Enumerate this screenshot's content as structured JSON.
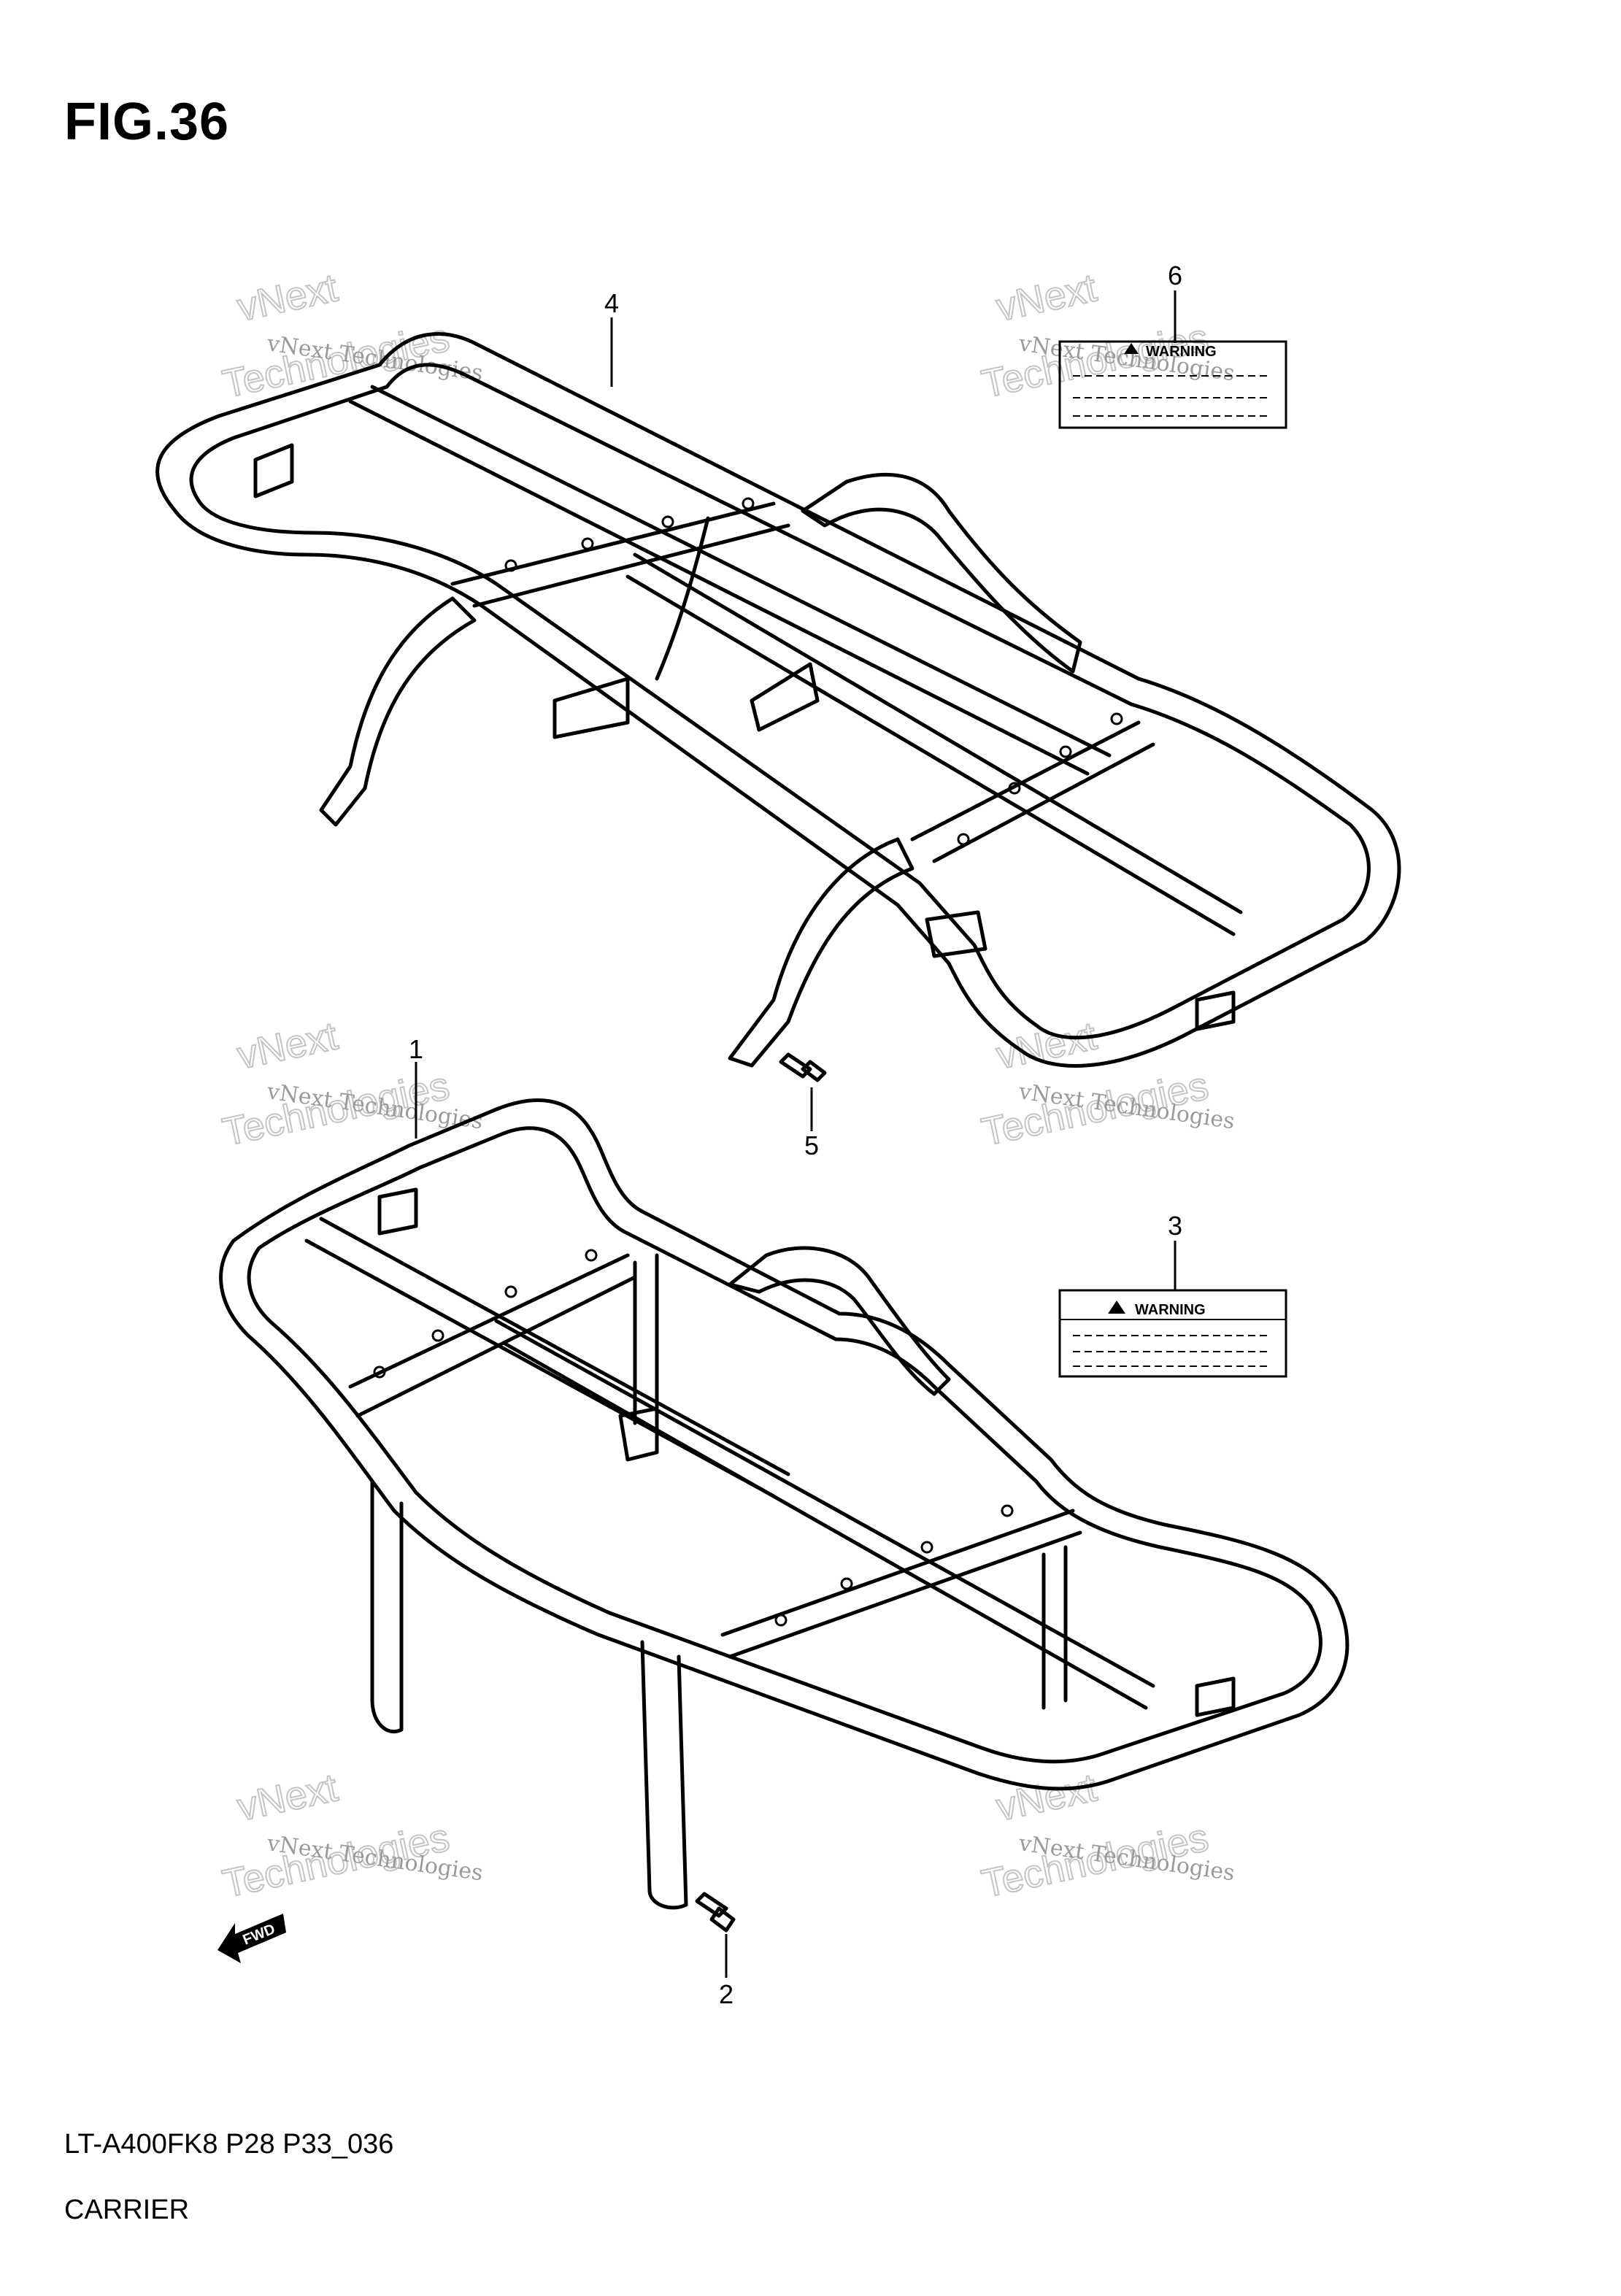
{
  "figure": {
    "title": "FIG.36"
  },
  "callouts": [
    {
      "id": "4",
      "label": "4"
    },
    {
      "id": "6",
      "label": "6"
    },
    {
      "id": "5",
      "label": "5"
    },
    {
      "id": "1",
      "label": "1"
    },
    {
      "id": "3",
      "label": "3"
    },
    {
      "id": "2",
      "label": "2"
    }
  ],
  "labels": {
    "warning_top": "WARNING",
    "warning_bottom": "WARNING",
    "fwd": "FWD"
  },
  "watermark": {
    "line1": "vNext Technologies",
    "line2": "vNext",
    "line3": "Technologies"
  },
  "footer": {
    "code": "LT-A400FK8 P28 P33_036",
    "name": "CARRIER"
  }
}
